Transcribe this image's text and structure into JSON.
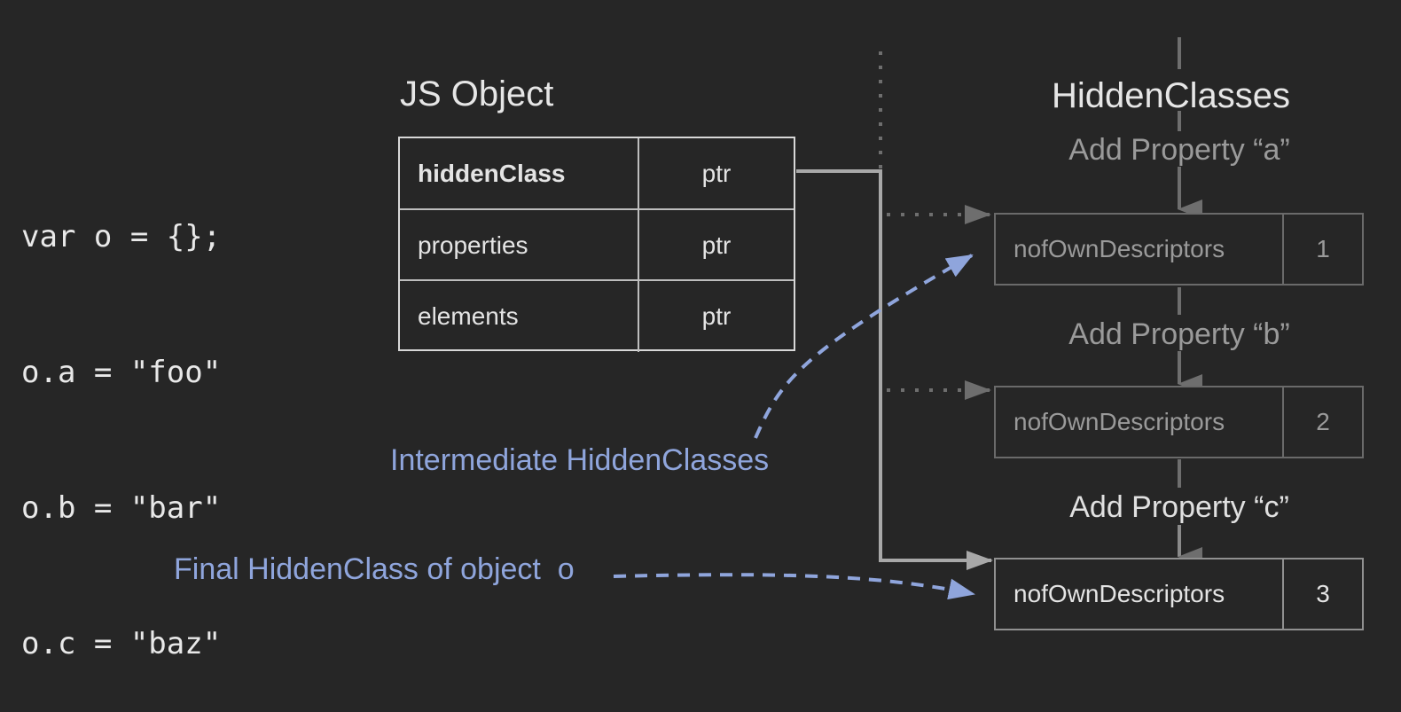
{
  "code": {
    "lines": [
      "var o = {};",
      "o.a = \"foo\"",
      "o.b = \"bar\"",
      "o.c = \"baz\""
    ]
  },
  "js_object": {
    "title": "JS Object",
    "rows": [
      {
        "key": "hiddenClass",
        "value": "ptr"
      },
      {
        "key": "properties",
        "value": "ptr"
      },
      {
        "key": "elements",
        "value": "ptr"
      }
    ]
  },
  "hidden_classes": {
    "title": "HiddenClasses",
    "steps": [
      "Add Property “a”",
      "Add Property “b”",
      "Add Property “c”"
    ],
    "boxes": [
      {
        "key": "nofOwnDescriptors",
        "value": "1"
      },
      {
        "key": "nofOwnDescriptors",
        "value": "2"
      },
      {
        "key": "nofOwnDescriptors",
        "value": "3"
      }
    ]
  },
  "callouts": {
    "intermediate": "Intermediate HiddenClasses",
    "final": "Final HiddenClass of object  o"
  },
  "colors": {
    "background": "#262626",
    "callout": "#8fa5dc",
    "dim": "#6a6a6a",
    "bright": "#d8d8d8"
  }
}
